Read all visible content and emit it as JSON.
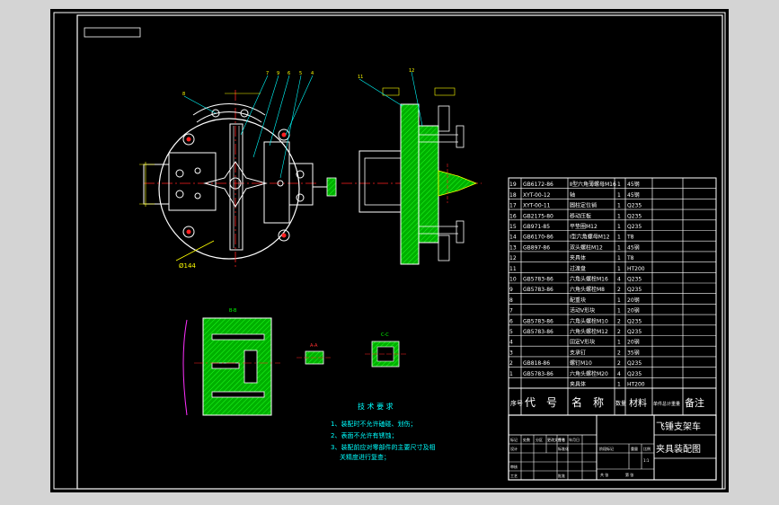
{
  "drawing": {
    "title_line1": "飞锤支架车",
    "title_line2": "夹具装配图",
    "scale_label": "比例",
    "scale_value": "1:1"
  },
  "dimensions": {
    "diameter": "Ø144"
  },
  "notes": {
    "heading": "技 术 要 求",
    "items": [
      "1、装配时不允许磕碰、划伤；",
      "2、表面不允许有锈蚀；",
      "3、装配前应对零部件的主要尺寸及相",
      "关精度进行复查；"
    ]
  },
  "bom": {
    "header": [
      "序号",
      "代　号",
      "名　称",
      "数量",
      "材料",
      "单件总计重量",
      "备注"
    ],
    "rows": [
      {
        "no": "19",
        "code": "GB6172-86",
        "name": "Ⅱ型六角薄螺母M16",
        "qty": "1",
        "mat": "45钢"
      },
      {
        "no": "18",
        "code": "XYT-00-12",
        "name": "轴",
        "qty": "1",
        "mat": "45钢"
      },
      {
        "no": "17",
        "code": "XYT-00-11",
        "name": "圆柱定位销",
        "qty": "1",
        "mat": "Q235"
      },
      {
        "no": "16",
        "code": "GB2175-80",
        "name": "移动压板",
        "qty": "1",
        "mat": "Q235"
      },
      {
        "no": "15",
        "code": "GB971-85",
        "name": "平垫圈M12",
        "qty": "1",
        "mat": "Q235"
      },
      {
        "no": "14",
        "code": "GB6170-86",
        "name": "Ⅰ型六角螺母M12",
        "qty": "1",
        "mat": "T8"
      },
      {
        "no": "13",
        "code": "GB897-86",
        "name": "双头螺柱M12",
        "qty": "1",
        "mat": "45钢"
      },
      {
        "no": "12",
        "code": "",
        "name": "夹具体",
        "qty": "1",
        "mat": "T8"
      },
      {
        "no": "11",
        "code": "",
        "name": "过渡盘",
        "qty": "1",
        "mat": "HT200"
      },
      {
        "no": "10",
        "code": "GB5783-86",
        "name": "六角头螺栓M16",
        "qty": "4",
        "mat": "Q235"
      },
      {
        "no": "9",
        "code": "GB5783-86",
        "name": "六角头螺栓M8",
        "qty": "2",
        "mat": "Q235"
      },
      {
        "no": "8",
        "code": "",
        "name": "配重块",
        "qty": "1",
        "mat": "20钢"
      },
      {
        "no": "7",
        "code": "",
        "name": "活动V形块",
        "qty": "1",
        "mat": "20钢"
      },
      {
        "no": "6",
        "code": "GB5783-86",
        "name": "六角头螺栓M10",
        "qty": "2",
        "mat": "Q235"
      },
      {
        "no": "5",
        "code": "GB5783-86",
        "name": "六角头螺栓M12",
        "qty": "2",
        "mat": "Q235"
      },
      {
        "no": "4",
        "code": "",
        "name": "固定V形块",
        "qty": "1",
        "mat": "20钢"
      },
      {
        "no": "3",
        "code": "",
        "name": "支承钉",
        "qty": "2",
        "mat": "35钢"
      },
      {
        "no": "2",
        "code": "GB818-86",
        "name": "螺钉M10",
        "qty": "2",
        "mat": "Q235"
      },
      {
        "no": "1",
        "code": "GB5783-86",
        "name": "六角头螺栓M20",
        "qty": "4",
        "mat": "Q235"
      },
      {
        "no": "",
        "code": "",
        "name": "夹具体",
        "qty": "1",
        "mat": "HT200"
      }
    ]
  },
  "title_block": {
    "labels": [
      "标记",
      "处数",
      "分区",
      "更改文件号",
      "签名",
      "年月日",
      "设计",
      "标准化",
      "阶段标记",
      "重量",
      "审核",
      "工艺",
      "批准",
      "共 张",
      "第 张"
    ]
  },
  "colors": {
    "background": "#000000",
    "outline": "#ffffff",
    "center_line": "#ff2020",
    "section_fill": "#00c000",
    "dimension": "#ffff00",
    "leader": "#00ffff",
    "notes": "#00ffff",
    "bolt_hatch": "#ffffff"
  }
}
